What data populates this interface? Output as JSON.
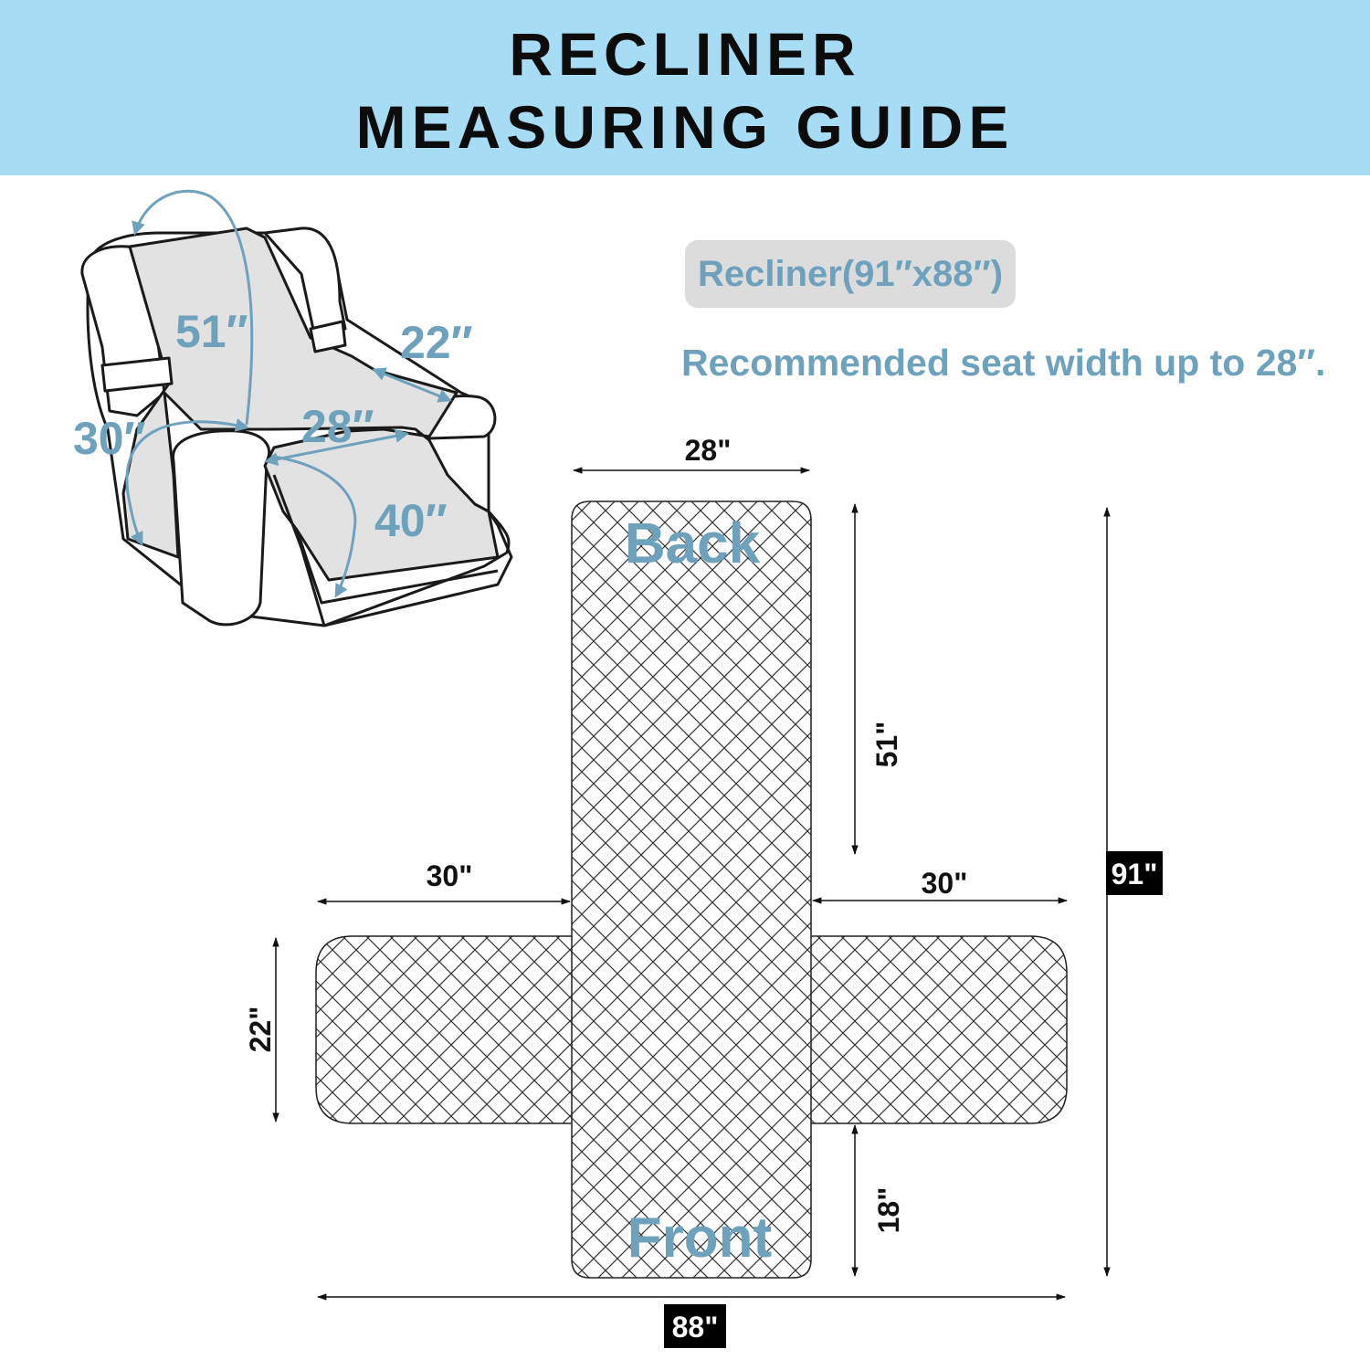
{
  "header": {
    "title_line1": "RECLINER",
    "title_line2": "MEASURING GUIDE",
    "background": "#a6dcf4"
  },
  "size_chip": {
    "label": "Recliner(91″x88″)"
  },
  "recommendation": "Recommended seat width up to 28″.",
  "chair_labels": {
    "backrest": "51″",
    "armrest": "22″",
    "side": "30″",
    "seat": "28″",
    "footrest": "40″"
  },
  "pattern_labels": {
    "back": "Back",
    "front": "Front",
    "top_width": "28\"",
    "back_length": "51\"",
    "left_arm": "30\"",
    "right_arm": "30\"",
    "arm_height": "22\"",
    "front_length": "18\"",
    "total_height": "91\"",
    "total_width": "88\""
  },
  "colors": {
    "accent_blue": "#6ea1bb",
    "chair_fill": "#e2e2e2",
    "chip_fill": "#dcdcdc",
    "outline": "#1a1a1a"
  }
}
